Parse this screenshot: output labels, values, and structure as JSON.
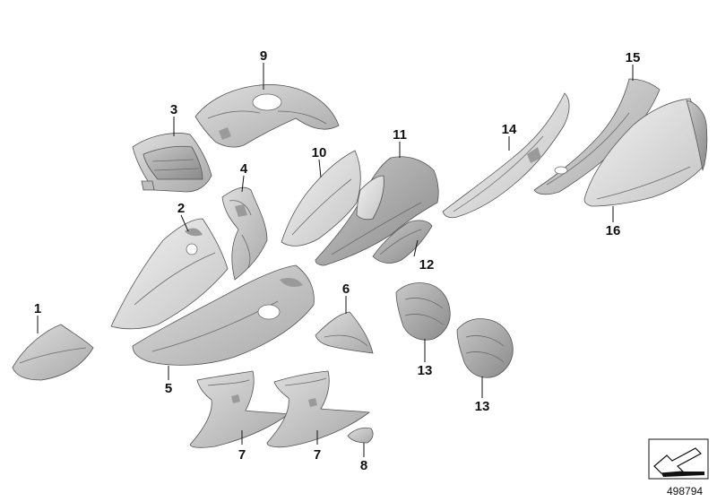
{
  "callouts": {
    "c1": "1",
    "c2": "2",
    "c3": "3",
    "c4": "4",
    "c5": "5",
    "c6": "6",
    "c7a": "7",
    "c7b": "7",
    "c8": "8",
    "c9": "9",
    "c10": "10",
    "c11": "11",
    "c12": "12",
    "c13a": "13",
    "c13b": "13",
    "c14": "14",
    "c15": "15",
    "c16": "16"
  },
  "reference_number": "498794",
  "colors": {
    "part_fill_light": "#e6e6e6",
    "part_fill_mid": "#cfcfcf",
    "part_fill_dark": "#a8a8a8",
    "outline": "#555555",
    "text": "#111111"
  }
}
